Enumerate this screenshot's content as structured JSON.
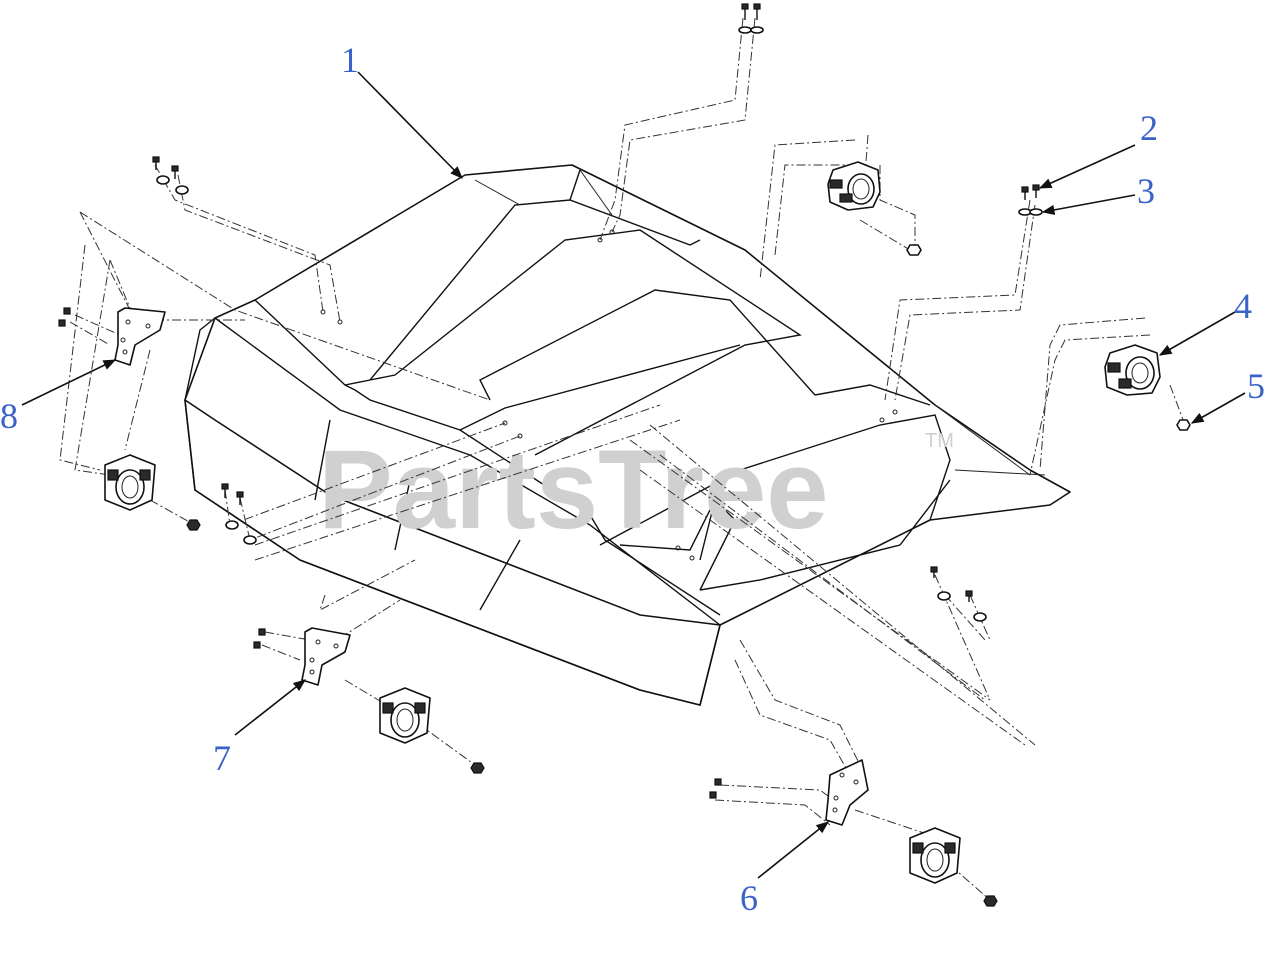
{
  "watermark": {
    "text": "PartsTree",
    "trademark": "TM"
  },
  "callouts": [
    {
      "id": "1",
      "label": "1"
    },
    {
      "id": "2",
      "label": "2"
    },
    {
      "id": "3",
      "label": "3"
    },
    {
      "id": "4",
      "label": "4"
    },
    {
      "id": "5",
      "label": "5"
    },
    {
      "id": "6",
      "label": "6"
    },
    {
      "id": "7",
      "label": "7"
    },
    {
      "id": "8",
      "label": "8"
    }
  ],
  "colors": {
    "callout": "#3a62c8",
    "watermark": "#d0d0d0",
    "line": "#111111"
  },
  "icons": [
    "screw-icon",
    "washer-icon",
    "nut-icon",
    "clamp-icon",
    "bracket-icon",
    "roof-panel-icon"
  ]
}
